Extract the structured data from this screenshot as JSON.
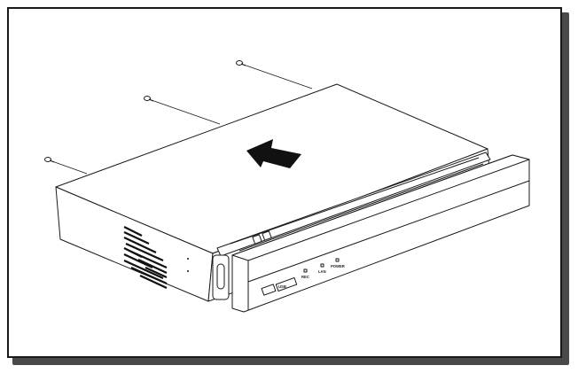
{
  "diagram": {
    "front_panel": {
      "indicators": [
        {
          "label": "REC"
        },
        {
          "label": "LAN"
        },
        {
          "label": "POWER"
        }
      ],
      "port_label": "USB"
    },
    "screw_count": 3,
    "arrow_meaning": "slide cover backward",
    "colors": {
      "line": "#1a1a1a",
      "frame_shadow": "#4a4a4a",
      "arrow": "#111111"
    }
  }
}
